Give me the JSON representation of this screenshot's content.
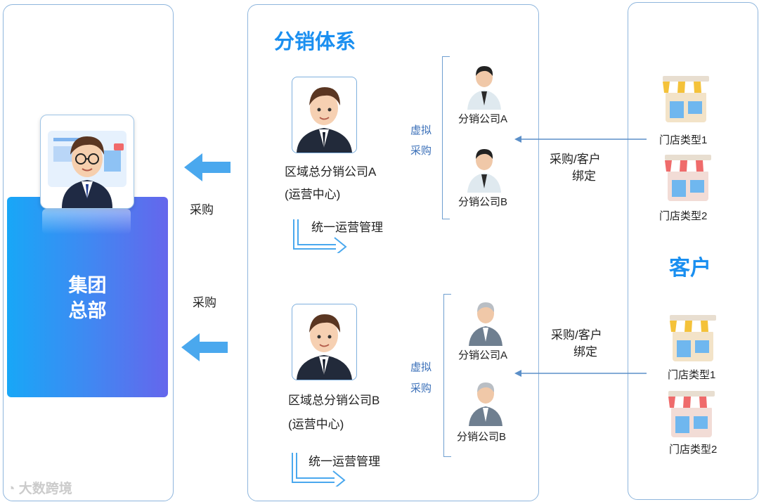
{
  "hq": {
    "label_line1": "集团",
    "label_line2": "总部"
  },
  "purchase_top": "采购",
  "purchase_bottom": "采购",
  "distribution": {
    "title": "分销体系",
    "region_a": {
      "name": "区域总分销公司A",
      "role": "(运营中心)",
      "mgmt": "统一运营管理"
    },
    "region_b": {
      "name": "区域总分销公司B",
      "role": "(运营中心)",
      "mgmt": "统一运营管理"
    },
    "group_a": {
      "virtual_1": "虚拟",
      "virtual_2": "采购",
      "company_a": "分销公司A",
      "company_b": "分销公司B"
    },
    "group_b": {
      "virtual_1": "虚拟",
      "virtual_2": "采购",
      "company_a": "分销公司A",
      "company_b": "分销公司B"
    }
  },
  "binding_top": {
    "line1": "采购/客户",
    "line2": "绑定"
  },
  "binding_bottom": {
    "line1": "采购/客户",
    "line2": "绑定"
  },
  "customer": {
    "title": "客户",
    "top_store_1": "门店类型1",
    "top_store_2": "门店类型2",
    "bottom_store_1": "门店类型1",
    "bottom_store_2": "门店类型2"
  },
  "watermark": "大数跨境",
  "colors": {
    "accent": "#1a8ff0",
    "arrow": "#4aa8ee",
    "border": "#8fb6dd"
  }
}
